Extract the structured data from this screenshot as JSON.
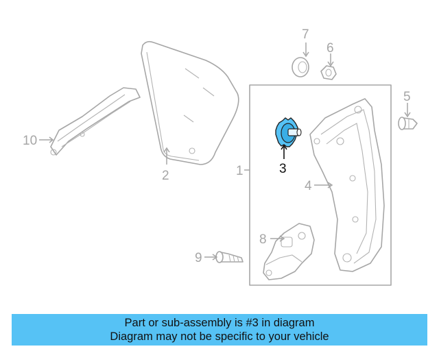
{
  "diagram": {
    "callouts": [
      {
        "id": "1",
        "label": "1"
      },
      {
        "id": "2",
        "label": "2"
      },
      {
        "id": "3",
        "label": "3",
        "highlighted": true
      },
      {
        "id": "4",
        "label": "4"
      },
      {
        "id": "5",
        "label": "5"
      },
      {
        "id": "6",
        "label": "6"
      },
      {
        "id": "7",
        "label": "7"
      },
      {
        "id": "8",
        "label": "8"
      },
      {
        "id": "9",
        "label": "9"
      },
      {
        "id": "10",
        "label": "10"
      }
    ],
    "highlight_color": "#56c2f5",
    "line_color": "#a6a6a6"
  },
  "banner": {
    "line1": "Part or sub-assembly is #3 in diagram",
    "line2": "Diagram may not be specific to your vehicle",
    "background": "#56c2f5"
  }
}
